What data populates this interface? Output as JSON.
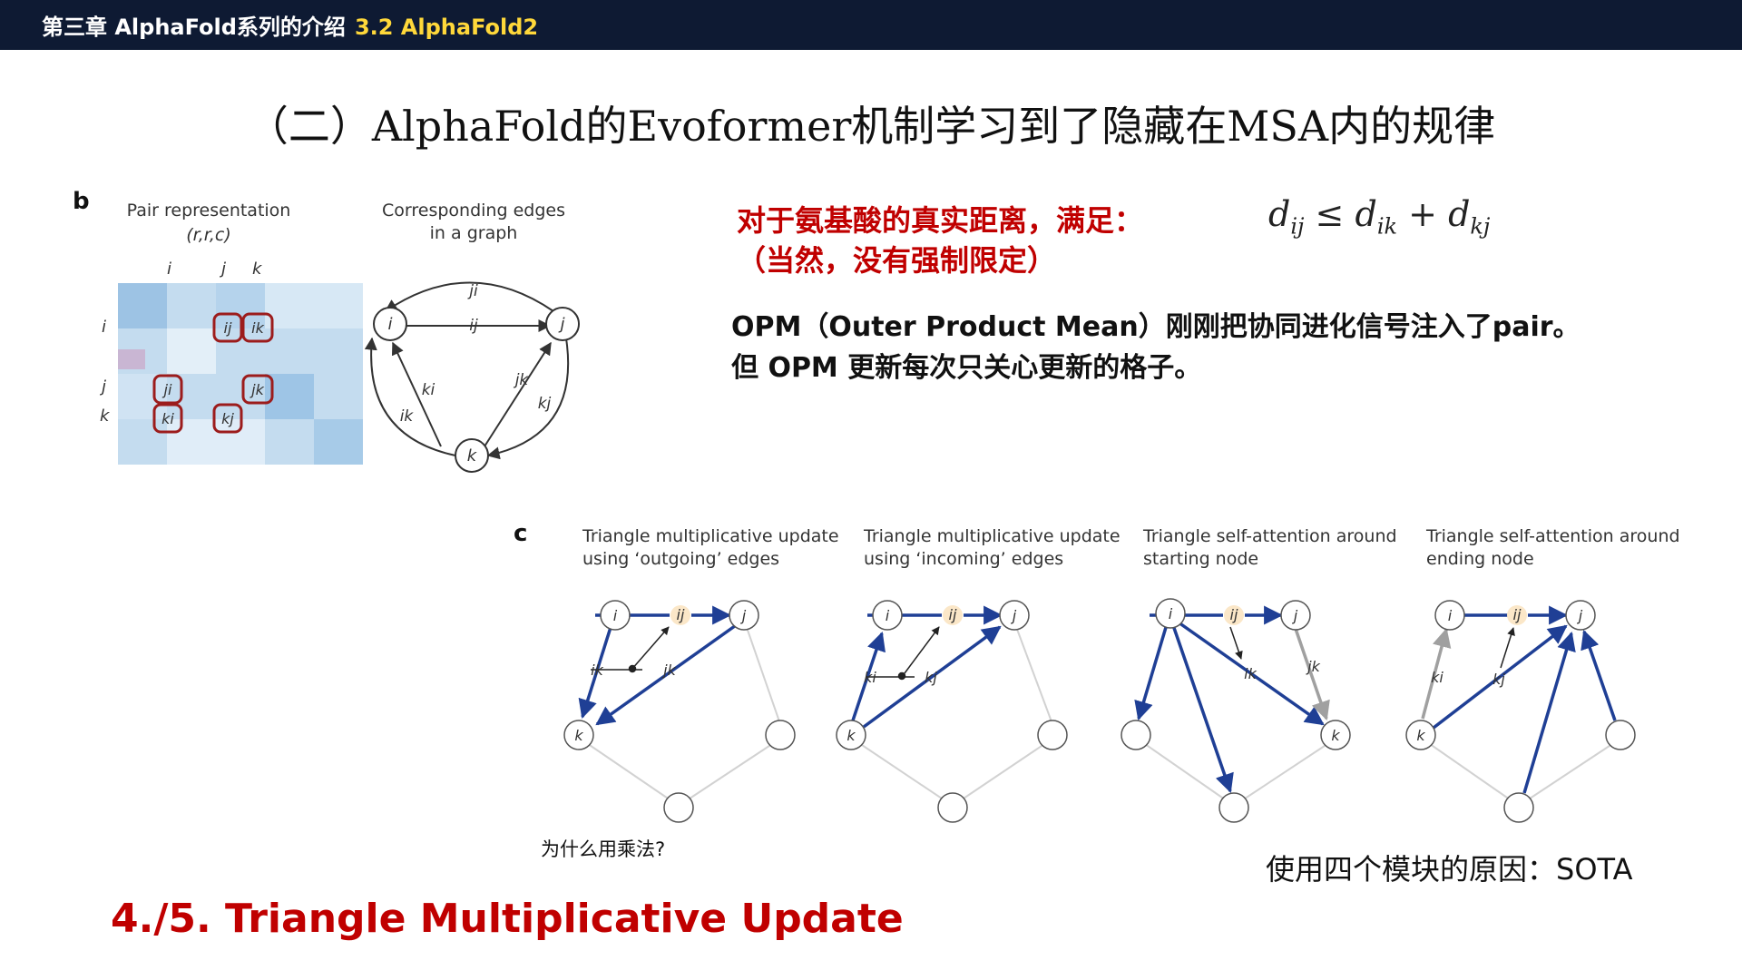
{
  "header": {
    "chapter": "第三章 AlphaFold系列的介绍",
    "section": "3.2 AlphaFold2"
  },
  "slide_title": "（二）AlphaFold的Evoformer机制学习到了隐藏在MSA内的规律",
  "constraint": {
    "line1": "对于氨基酸的真实距离，满足：",
    "line2": "（当然，没有强制限定）"
  },
  "formula": {
    "d": "d",
    "ij": "ij",
    "le": "≤",
    "ik": "ik",
    "plus": "+",
    "kj": "kj"
  },
  "opm": {
    "line1": "OPM（Outer Product Mean）刚刚把协同进化信号注入了pair。",
    "line2": "但 OPM 更新每次只关心更新的格子。"
  },
  "figure_b": {
    "panel": "b",
    "pair_title_1": "Pair representation",
    "pair_title_2": "(r,r,c)",
    "graph_title_1": "Corresponding edges",
    "graph_title_2": "in a graph",
    "col_i": "i",
    "col_j": "j",
    "col_k": "k",
    "row_i": "i",
    "row_j": "j",
    "row_k": "k",
    "cell_ij": "ij",
    "cell_ik": "ik",
    "cell_ji": "ji",
    "cell_jk": "jk",
    "cell_ki": "ki",
    "cell_kj": "kj",
    "node_i": "i",
    "node_j": "j",
    "node_k": "k",
    "edge_ji": "ji",
    "edge_ij": "ij",
    "edge_ki": "ki",
    "edge_ik": "ik",
    "edge_jk": "jk",
    "edge_kj": "kj",
    "colors": {
      "cell_outline": "#9c1c1c",
      "cell_blue": "#a9c9e6",
      "cell_light": "#d8e8f5"
    }
  },
  "figure_c": {
    "panel": "c",
    "panels": [
      {
        "title1": "Triangle multiplicative update",
        "title2": "using ‘outgoing’ edges",
        "n1": "i",
        "n2": "j",
        "n3": "k",
        "mid": "ij",
        "lab1": "ik",
        "lab2": "jk"
      },
      {
        "title1": "Triangle multiplicative update",
        "title2": "using ‘incoming’ edges",
        "n1": "i",
        "n2": "j",
        "n3": "k",
        "mid": "ij",
        "lab1": "ki",
        "lab2": "kj"
      },
      {
        "title1": "Triangle self-attention around",
        "title2": "starting node",
        "n1": "i",
        "n2": "j",
        "n3": "k",
        "mid": "ij",
        "lab1": "ik",
        "lab2": "jk"
      },
      {
        "title1": "Triangle self-attention around",
        "title2": "ending node",
        "n1": "i",
        "n2": "j",
        "n3": "k",
        "mid": "ij",
        "lab1": "ki",
        "lab2": "kj"
      }
    ],
    "colors": {
      "arrow_blue": "#1f3f95",
      "arrow_gray": "#a0a0a0",
      "mid_fill": "#fbe7c8",
      "edge_light": "#d2d2d2"
    }
  },
  "note_multiply": "为什么用乘法?",
  "note_reason": "使用四个模块的原因：SOTA",
  "bottom_title": "4./5. Triangle Multiplicative Update"
}
